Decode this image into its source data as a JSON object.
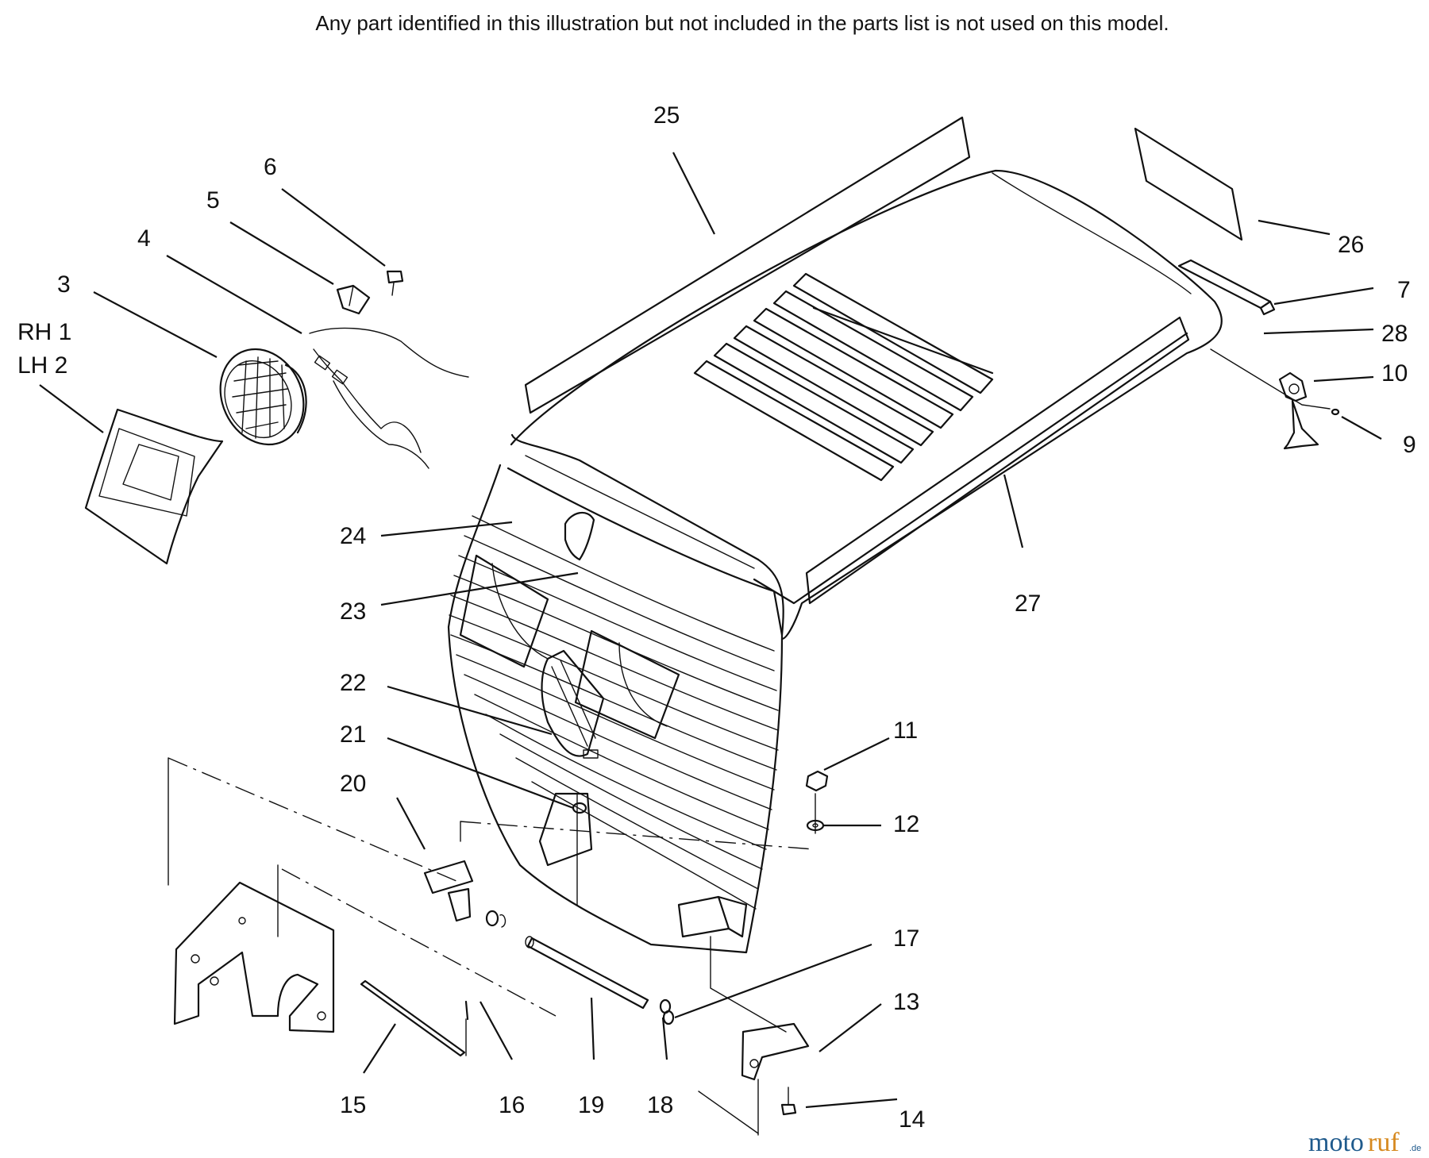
{
  "note": "Any part identified in this illustration but not included in the parts list is not used on this model.",
  "watermark": {
    "part1": "moto",
    "part2": "ruf",
    "suffix": ".de"
  },
  "callouts": {
    "c1": "RH 1",
    "c2": "LH 2",
    "c3": "3",
    "c4": "4",
    "c5": "5",
    "c6": "6",
    "c7": "7",
    "c9": "9",
    "c10": "10",
    "c11": "11",
    "c12": "12",
    "c13": "13",
    "c14": "14",
    "c15": "15",
    "c16": "16",
    "c17": "17",
    "c18": "18",
    "c19": "19",
    "c20": "20",
    "c21": "21",
    "c22": "22",
    "c23": "23",
    "c24": "24",
    "c25": "25",
    "c26": "26",
    "c27": "27",
    "c28": "28"
  },
  "colors": {
    "ink": "#111111",
    "watermark_blue": "#1f5a8c",
    "watermark_orange": "#d6891f"
  }
}
